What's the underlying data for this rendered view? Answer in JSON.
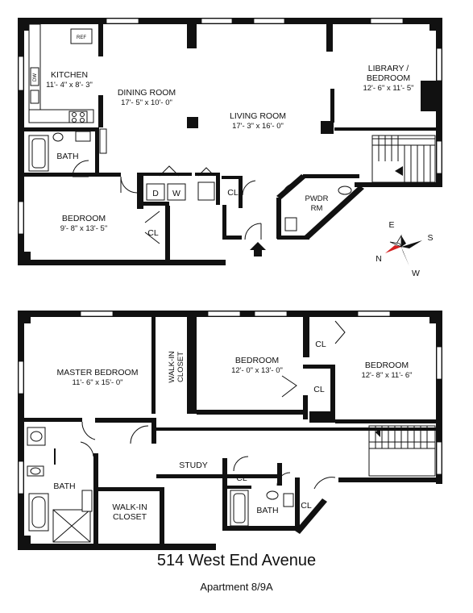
{
  "title": "514 West End Avenue",
  "subtitle": "Apartment 8/9A",
  "compass": {
    "n": "N",
    "e": "E",
    "s": "S",
    "w": "W"
  },
  "upper_floor": {
    "kitchen": {
      "name": "KITCHEN",
      "dims": "11'- 4\" x 8'- 3\""
    },
    "ref_label": "REF",
    "dw_label": "DW",
    "dining_room": {
      "name": "DINING ROOM",
      "dims": "17'- 5\" x 10'- 0\""
    },
    "living_room": {
      "name": "LIVING ROOM",
      "dims": "17'- 3\" x 16'- 0\""
    },
    "library": {
      "name_line1": "LIBRARY /",
      "name_line2": "BEDROOM",
      "dims": "12'- 6\" x 11'- 5\""
    },
    "bath": {
      "name": "BATH"
    },
    "bedroom": {
      "name": "BEDROOM",
      "dims": "9'- 8\" x 13'- 5\""
    },
    "closet_a": "CL",
    "closet_b": "CL",
    "washer": "W",
    "dryer": "D",
    "powder_room": {
      "line1": "PWDR",
      "line2": "RM"
    }
  },
  "lower_floor": {
    "master_bedroom": {
      "name": "MASTER BEDROOM",
      "dims": "11'- 6\" x 15'- 0\""
    },
    "walkin_vertical": {
      "line1": "WALK-IN",
      "line2": "CLOSET"
    },
    "bedroom_center": {
      "name": "BEDROOM",
      "dims": "12'- 0\" x 13'- 0\""
    },
    "bedroom_right": {
      "name": "BEDROOM",
      "dims": "12'- 8\" x 11'- 6\""
    },
    "closet_1": "CL",
    "closet_2": "CL",
    "closet_3": "CL",
    "closet_4": "CL",
    "study": "STUDY",
    "master_bath": "BATH",
    "walkin_closet": {
      "line1": "WALK-IN",
      "line2": "CLOSET"
    },
    "bath_small": "BATH"
  }
}
